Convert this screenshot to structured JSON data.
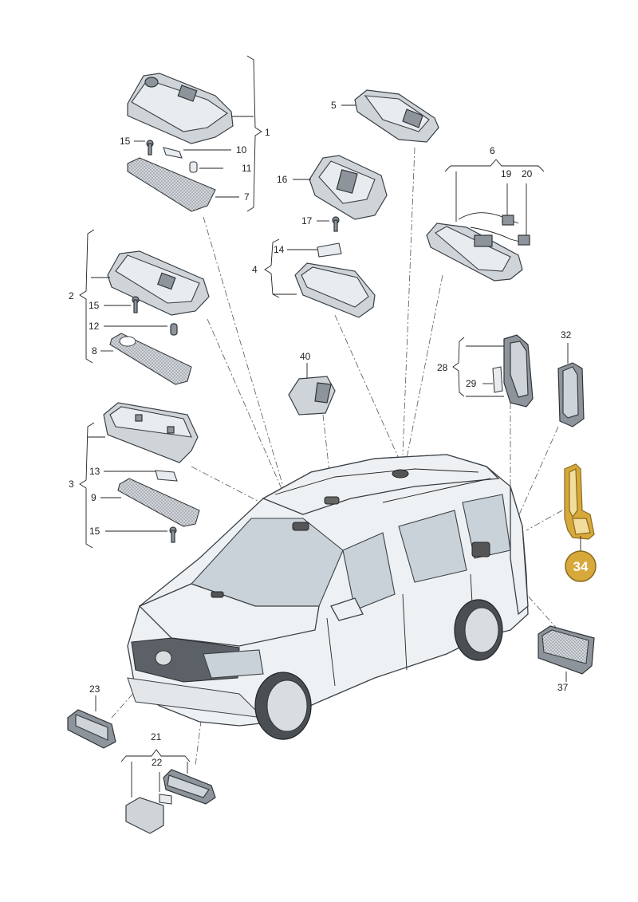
{
  "colors": {
    "highlight": "#d7a93b",
    "line": "#222222",
    "part_fill": "#cfd4d9"
  },
  "labels": {
    "p1": "1",
    "p2": "2",
    "p3": "3",
    "p4": "4",
    "p5": "5",
    "p6": "6",
    "p7": "7",
    "p8": "8",
    "p9": "9",
    "p10": "10",
    "p11": "11",
    "p12": "12",
    "p13": "13",
    "p14": "14",
    "p15a": "15",
    "p15b": "15",
    "p15c": "15",
    "p16": "16",
    "p17": "17",
    "p19": "19",
    "p20": "20",
    "p21": "21",
    "p22": "22",
    "p23": "23",
    "p28": "28",
    "p29": "29",
    "p32": "32",
    "p37": "37",
    "p40": "40"
  },
  "callout": {
    "label": "34"
  }
}
